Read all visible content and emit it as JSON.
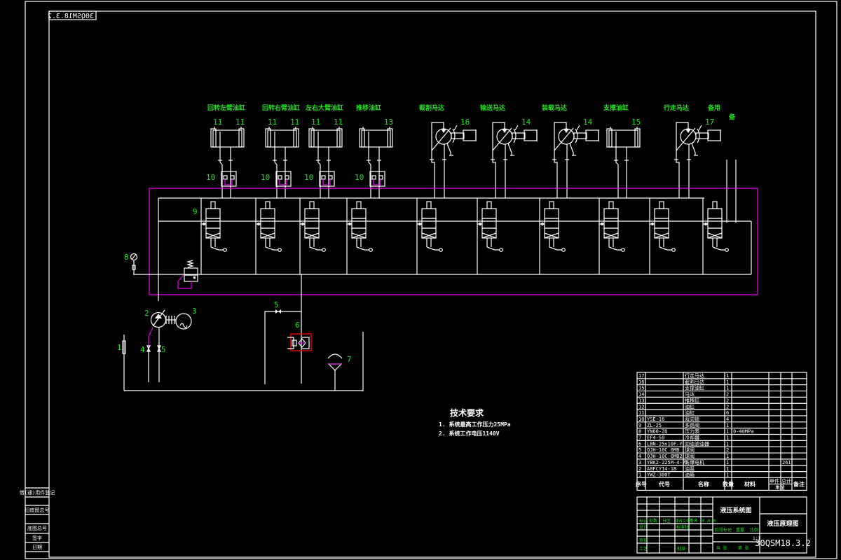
{
  "drawing": {
    "code": "30QSM18.3.2",
    "code_mirrored": "30QSM18.3.2",
    "title": "液压系统图",
    "title_right": "液压原理图",
    "colors": {
      "background": "#000000",
      "line": "#ffffff",
      "label": "#1fe01f",
      "frame_magenta": "#e000e0",
      "filter_red": "#e00000"
    }
  },
  "actuators": [
    {
      "label": "回转左臂油缸",
      "nums": [
        "11",
        "11"
      ],
      "type": "cylinder",
      "valve_num": "10"
    },
    {
      "label": "回转右臂油缸",
      "nums": [
        "11",
        "11"
      ],
      "type": "cylinder",
      "valve_num": "10"
    },
    {
      "label": "左右大臂油缸",
      "nums": [
        "11",
        "11"
      ],
      "type": "cylinder",
      "valve_num": "10"
    },
    {
      "label": "推移油缸",
      "nums": [
        "13"
      ],
      "type": "cylinder",
      "valve_num": "10"
    },
    {
      "label": "截割马达",
      "nums": [
        "16"
      ],
      "type": "motor",
      "valve_num": ""
    },
    {
      "label": "输送马达",
      "nums": [
        "14"
      ],
      "type": "motor",
      "valve_num": ""
    },
    {
      "label": "装载马达",
      "nums": [
        "14"
      ],
      "type": "motor",
      "valve_num": ""
    },
    {
      "label": "支撑油缸",
      "nums": [
        "15"
      ],
      "type": "cylinder",
      "valve_num": ""
    },
    {
      "label": "行走马达",
      "nums": [
        "17"
      ],
      "type": "motor",
      "valve_num": ""
    },
    {
      "label": "备用",
      "nums": [],
      "type": "spare",
      "valve_num": ""
    }
  ],
  "component_labels": {
    "multi_valve": "9",
    "gauge": "8",
    "pump": "2",
    "motor": "3",
    "tank": "1",
    "valve4": "4",
    "valve5_bottom": "5",
    "valve5_top": "5",
    "filter": "6",
    "cooler": "7"
  },
  "tech_requirements": {
    "title": "技术要求",
    "items": [
      "1. 系统最高工作压力25MPa",
      "2. 系统工作电压1140V"
    ]
  },
  "bom": {
    "rows": [
      {
        "no": "17",
        "code": "",
        "name": "行走马达",
        "qty": "1",
        "note": "",
        "extra": ""
      },
      {
        "no": "16",
        "code": "",
        "name": "截割马达",
        "qty": "1",
        "note": "",
        "extra": ""
      },
      {
        "no": "15",
        "code": "",
        "name": "支撑油缸",
        "qty": "1",
        "note": "",
        "extra": ""
      },
      {
        "no": "14",
        "code": "",
        "name": "马达",
        "qty": "2",
        "note": "",
        "extra": ""
      },
      {
        "no": "13",
        "code": "",
        "name": "推移缸",
        "qty": "2",
        "note": "",
        "extra": ""
      },
      {
        "no": "12",
        "code": "",
        "name": "油缸",
        "qty": "2",
        "note": "",
        "extra": ""
      },
      {
        "no": "11",
        "code": "",
        "name": "油缸",
        "qty": "6",
        "note": "",
        "extra": ""
      },
      {
        "no": "10",
        "code": "YSE-16",
        "name": "双向锁",
        "qty": "4",
        "note": "",
        "extra": ""
      },
      {
        "no": "9",
        "code": "ZL-25",
        "name": "多路阀",
        "qty": "1",
        "note": "",
        "extra": ""
      },
      {
        "no": "8",
        "code": "YN60-ZQ",
        "name": "压力表",
        "qty": "1",
        "note": "0-40MPa",
        "extra": ""
      },
      {
        "no": "7",
        "code": "EF4-50",
        "name": "冷却器",
        "qty": "1",
        "note": "",
        "extra": ""
      },
      {
        "no": "6",
        "code": "LBN-25x10F-Y",
        "name": "回油滤油器",
        "qty": "1",
        "note": "",
        "extra": ""
      },
      {
        "no": "5",
        "code": "QJH-10C 0MB",
        "name": "球阀",
        "qty": "2",
        "note": "",
        "extra": ""
      },
      {
        "no": "4",
        "code": "QJH-10C 0MB2",
        "name": "球阀",
        "qty": "1",
        "note": "",
        "extra": ""
      },
      {
        "no": "3",
        "code": "YBK2-225M-4-75",
        "name": "防爆电机",
        "qty": "1",
        "note": "",
        "extra": "261"
      },
      {
        "no": "2",
        "code": "A8FCY14-1B",
        "name": "油泵",
        "qty": "1",
        "note": "",
        "extra": ""
      },
      {
        "no": "1",
        "code": "YWZ-300T",
        "name": "油箱",
        "qty": "1",
        "note": "",
        "extra": ""
      }
    ],
    "header": {
      "no": "序号",
      "code": "代号",
      "name": "名称",
      "qty": "数量",
      "material": "材料",
      "unit": "单件",
      "total": "总计",
      "weight": "重量",
      "note": "备注"
    }
  },
  "title_block": {
    "rev_row": [
      "标记",
      "处数",
      "分区",
      "更改文件号",
      "签名",
      "年.月.日"
    ],
    "design": "设计",
    "standard": "标准化",
    "review": "审核",
    "process": "工艺",
    "approve": "批准",
    "stage": "阶段标记",
    "weight": "重量",
    "scale": "比例",
    "scale_val": "1:1",
    "sheets": "共 张",
    "sheet": "第 张"
  },
  "side_block": [
    "借(通)用件登记",
    "旧底图总号",
    "底图总号",
    "签字",
    "日期"
  ]
}
